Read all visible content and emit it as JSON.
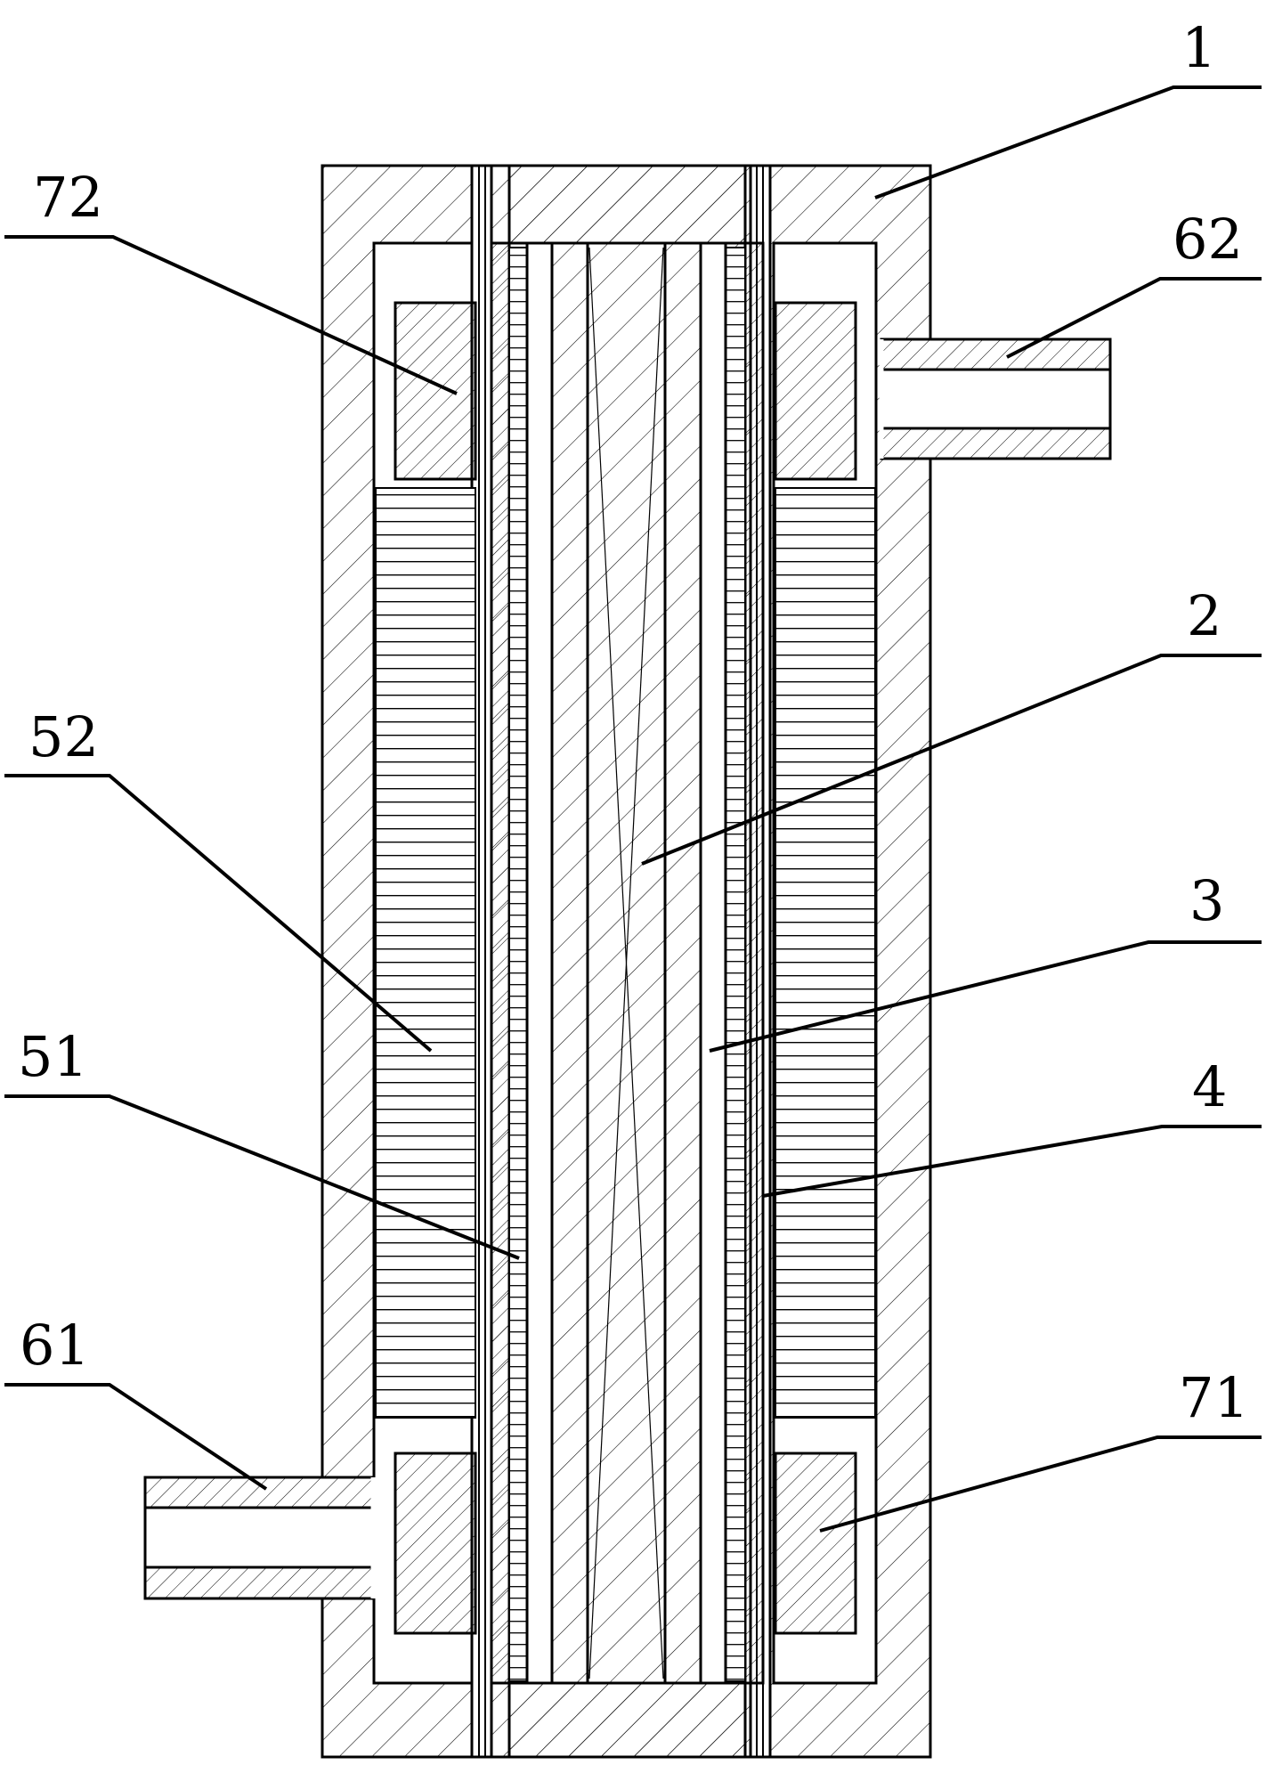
{
  "diagram": {
    "callouts": [
      {
        "id": "c1",
        "label": "1"
      },
      {
        "id": "c2",
        "label": "2"
      },
      {
        "id": "c3",
        "label": "3"
      },
      {
        "id": "c4",
        "label": "4"
      },
      {
        "id": "c51",
        "label": "51"
      },
      {
        "id": "c52",
        "label": "52"
      },
      {
        "id": "c61",
        "label": "61"
      },
      {
        "id": "c62",
        "label": "62"
      },
      {
        "id": "c71",
        "label": "71"
      },
      {
        "id": "c72",
        "label": "72"
      }
    ]
  }
}
